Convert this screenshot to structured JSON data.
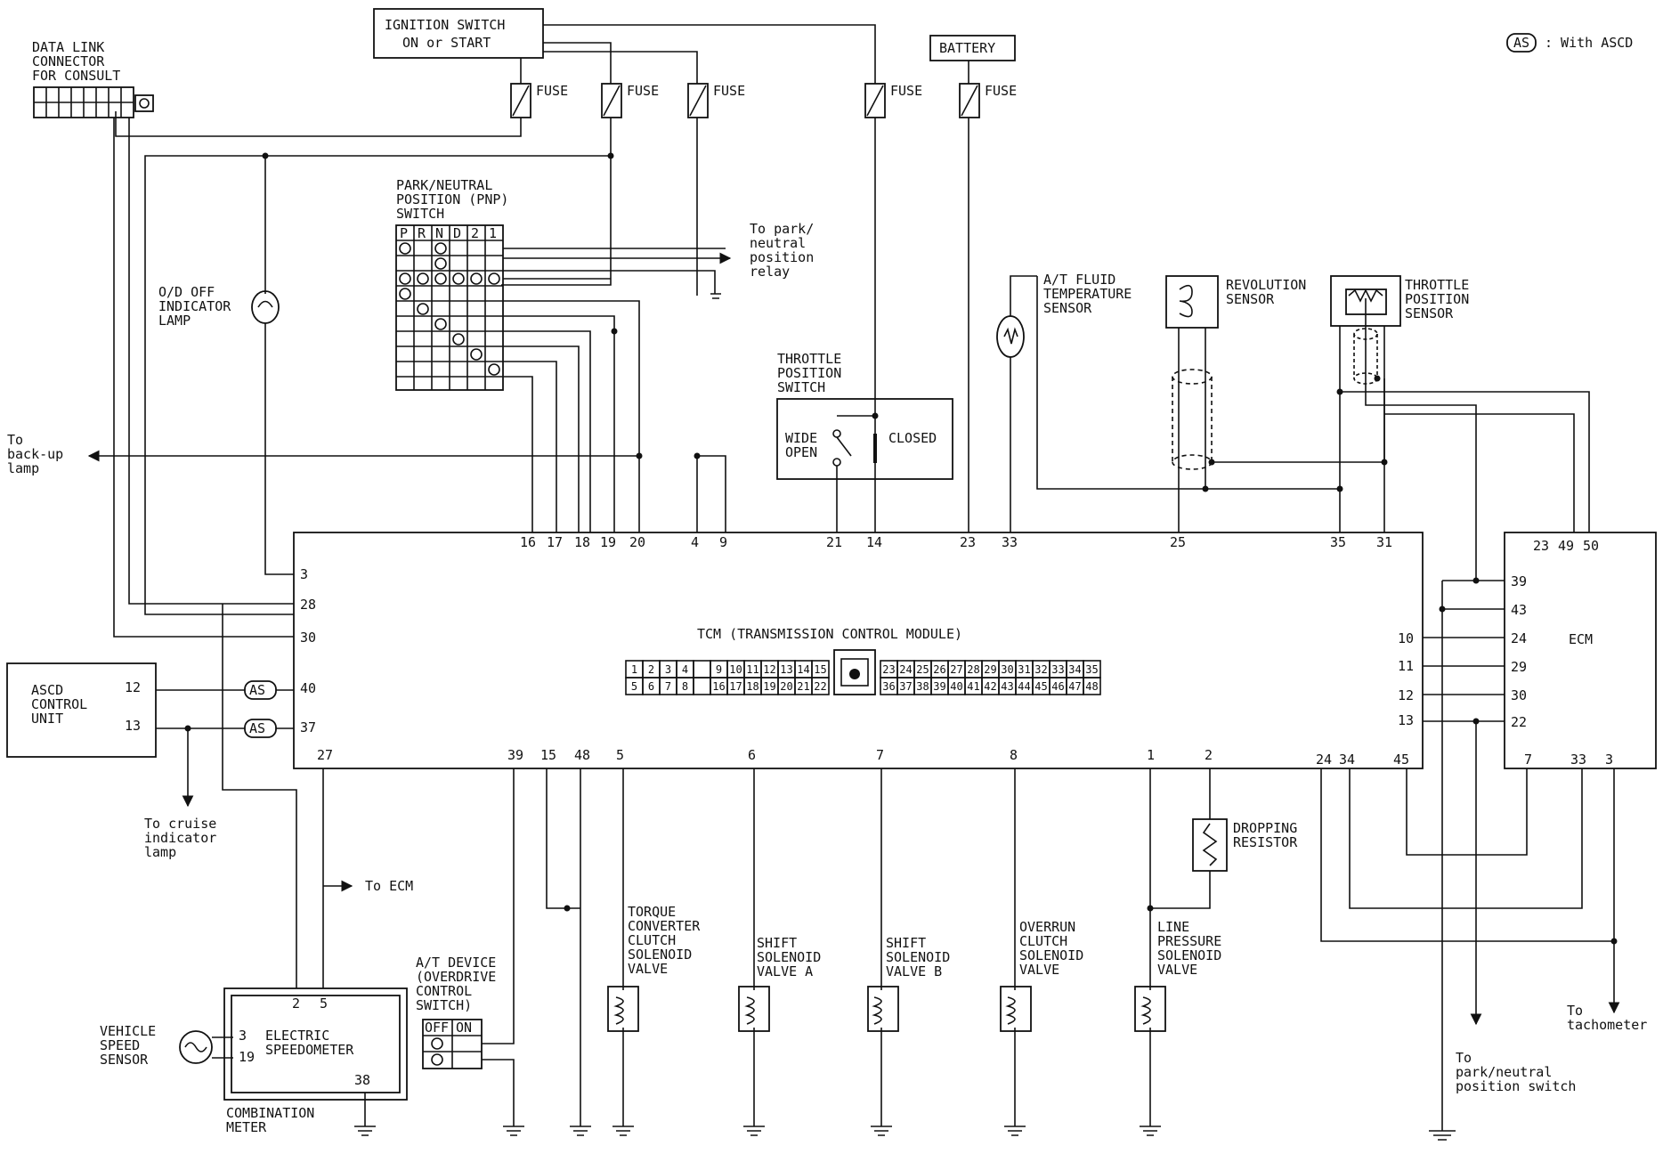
{
  "legend": {
    "symbol": "AS",
    "text": ": With ASCD"
  },
  "fuse_label": "FUSE",
  "ignition": {
    "line1": "IGNITION SWITCH",
    "line2": "ON or START"
  },
  "battery": "BATTERY",
  "dlc": {
    "line1": "DATA LINK",
    "line2": "CONNECTOR",
    "line3": "FOR CONSULT"
  },
  "pnp": {
    "title": [
      "PARK/NEUTRAL",
      "POSITION (PNP)",
      "SWITCH"
    ],
    "positions": [
      "P",
      "R",
      "N",
      "D",
      "2",
      "1"
    ],
    "to_relay": [
      "To park/",
      "neutral",
      "position",
      "relay"
    ]
  },
  "od_lamp": [
    "O/D OFF",
    "INDICATOR",
    "LAMP"
  ],
  "backup": [
    "To",
    "back-up",
    "lamp"
  ],
  "tps_switch": {
    "title": [
      "THROTTLE",
      "POSITION",
      "SWITCH"
    ],
    "wide": [
      "WIDE",
      "OPEN"
    ],
    "closed": "CLOSED"
  },
  "fluid_sensor": [
    "A/T FLUID",
    "TEMPERATURE",
    "SENSOR"
  ],
  "rev_sensor": [
    "REVOLUTION",
    "SENSOR"
  ],
  "tp_sensor": [
    "THROTTLE",
    "POSITION",
    "SENSOR"
  ],
  "tcm": {
    "title": "TCM (TRANSMISSION CONTROL MODULE)",
    "top_pins": [
      "16",
      "17",
      "18",
      "19",
      "20",
      "4",
      "9",
      "21",
      "14",
      "23",
      "33",
      "25",
      "35",
      "31"
    ],
    "left_pins": [
      "3",
      "28",
      "30",
      "40",
      "37"
    ],
    "right_pins": [
      "10",
      "11",
      "12",
      "13"
    ],
    "bottom_pins": [
      "27",
      "39",
      "15",
      "48",
      "5",
      "6",
      "7",
      "8",
      "1",
      "2"
    ],
    "connector_row1": [
      "1",
      "2",
      "3",
      "4",
      "",
      "9",
      "10",
      "11",
      "12",
      "13",
      "14",
      "15",
      "23",
      "24",
      "25",
      "26",
      "27",
      "28",
      "29",
      "30",
      "31",
      "32",
      "33",
      "34",
      "35"
    ],
    "connector_row2": [
      "5",
      "6",
      "7",
      "8",
      "",
      "16",
      "17",
      "18",
      "19",
      "20",
      "21",
      "22",
      "36",
      "37",
      "38",
      "39",
      "40",
      "41",
      "42",
      "43",
      "44",
      "45",
      "46",
      "47",
      "48"
    ]
  },
  "ecm": {
    "title": "ECM",
    "top_pins": [
      "23",
      "49",
      "50"
    ],
    "left_pins": [
      "39",
      "43",
      "24",
      "29",
      "30",
      "22"
    ],
    "bottom_pins": [
      "24",
      "34",
      "45",
      "7",
      "33",
      "3"
    ]
  },
  "ascd": {
    "lines": [
      "ASCD",
      "CONTROL",
      "UNIT"
    ],
    "pins": [
      "12",
      "13"
    ],
    "badge": "AS"
  },
  "cruise": [
    "To cruise",
    "indicator",
    "lamp"
  ],
  "to_ecm": "To ECM",
  "speedometer": {
    "title": [
      "ELECTRIC",
      "SPEEDOMETER"
    ],
    "pins": [
      "2",
      "5",
      "3",
      "19",
      "38"
    ],
    "meter": [
      "COMBINATION",
      "METER"
    ]
  },
  "vss": [
    "VEHICLE",
    "SPEED",
    "SENSOR"
  ],
  "at_device": {
    "lines": [
      "A/T DEVICE",
      "(OVERDRIVE",
      "CONTROL",
      "SWITCH)"
    ],
    "off": "OFF",
    "on": "ON"
  },
  "solenoids": [
    {
      "lines": [
        "TORQUE",
        "CONVERTER",
        "CLUTCH",
        "SOLENOID",
        "VALVE"
      ]
    },
    {
      "lines": [
        "SHIFT",
        "SOLENOID",
        "VALVE A"
      ]
    },
    {
      "lines": [
        "SHIFT",
        "SOLENOID",
        "VALVE B"
      ]
    },
    {
      "lines": [
        "OVERRUN",
        "CLUTCH",
        "SOLENOID",
        "VALVE"
      ]
    },
    {
      "lines": [
        "LINE",
        "PRESSURE",
        "SOLENOID",
        "VALVE"
      ]
    }
  ],
  "dropping_resistor": [
    "DROPPING",
    "RESISTOR"
  ],
  "to_pnp_switch": [
    "To",
    "park/neutral",
    "position switch"
  ],
  "to_tach": [
    "To",
    "tachometer"
  ]
}
